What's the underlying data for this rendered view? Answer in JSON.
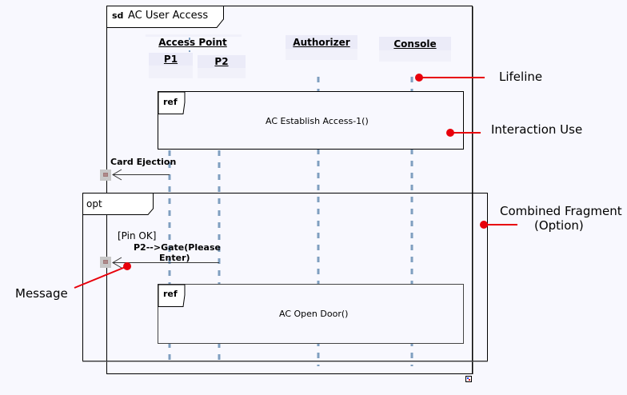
{
  "diagram": {
    "kind_tag": "sd",
    "title": "AC User Access",
    "lifelines": [
      {
        "group": "Access Point",
        "name": "P1"
      },
      {
        "group": "Access Point",
        "name": "P2"
      },
      {
        "group": "",
        "name": "Authorizer"
      },
      {
        "group": "",
        "name": "Console"
      }
    ],
    "group_label": "Access Point",
    "interaction_uses": [
      {
        "tag": "ref",
        "text": "AC Establish Access-1()"
      },
      {
        "tag": "ref",
        "text": "AC Open Door()"
      }
    ],
    "messages": [
      {
        "label": "Card Ejection",
        "from": "P1",
        "to": "frame-gate"
      },
      {
        "label_line1": "P2-->Gate(Please",
        "label_line2": "Enter)",
        "from": "P2",
        "to": "frame-gate"
      }
    ],
    "combined_fragment": {
      "operator": "opt",
      "guard": "[Pin OK]"
    }
  },
  "callouts": {
    "lifeline": "Lifeline",
    "interaction_use": "Interaction Use",
    "combined_fragment_line1": "Combined Fragment",
    "combined_fragment_line2": "(Option)",
    "message": "Message"
  },
  "colors": {
    "callout_red": "#e8000b",
    "lifeline_blue": "#7f9fc0",
    "frame": "#000000",
    "background": "#f8f8fe"
  }
}
